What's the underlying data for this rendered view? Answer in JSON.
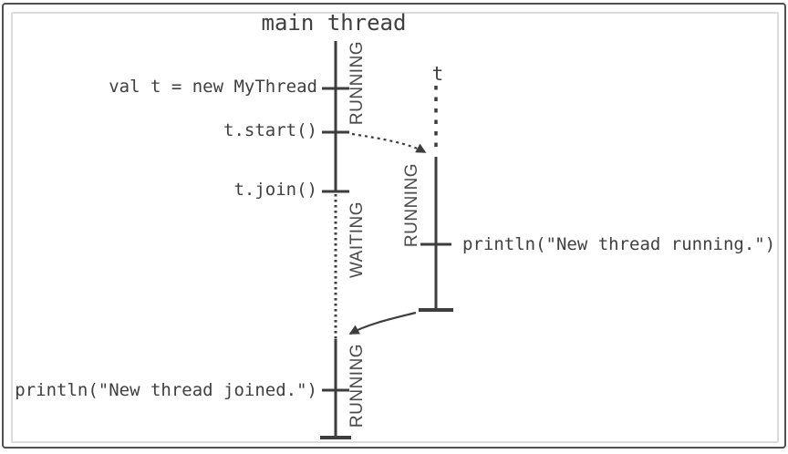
{
  "diagram": {
    "title": "main thread",
    "t_thread_label": "t",
    "code_labels": {
      "create": "val t = new MyThread",
      "start": "t.start()",
      "join": "t.join()",
      "println_joined": "println(\"New thread joined.\")",
      "println_running": "println(\"New thread running.\")"
    },
    "state_labels": {
      "main_running_top": "RUNNING",
      "main_waiting": "WAITING",
      "t_running": "RUNNING",
      "main_running_bottom": "RUNNING"
    },
    "colors": {
      "line": "#3d3d3d",
      "code_text": "#3f3f3f",
      "state_text": "#4a4a4a",
      "inner_border": "#dcdcdc",
      "outer_border": "#505050",
      "background": "#ffffff"
    }
  }
}
